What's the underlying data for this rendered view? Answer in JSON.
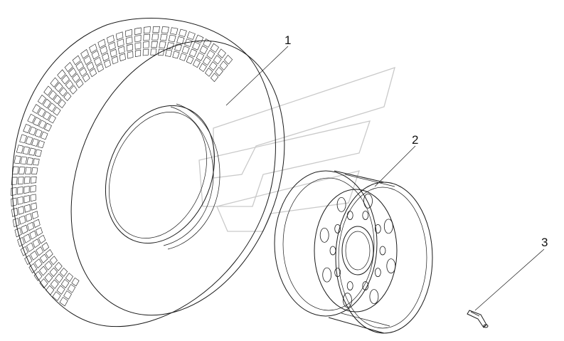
{
  "callouts": {
    "tire": "1",
    "rim": "2",
    "valve": "3"
  },
  "colors": {
    "line": "#1a1a1a",
    "watermark": "#c9c9c9",
    "background": "#ffffff"
  }
}
